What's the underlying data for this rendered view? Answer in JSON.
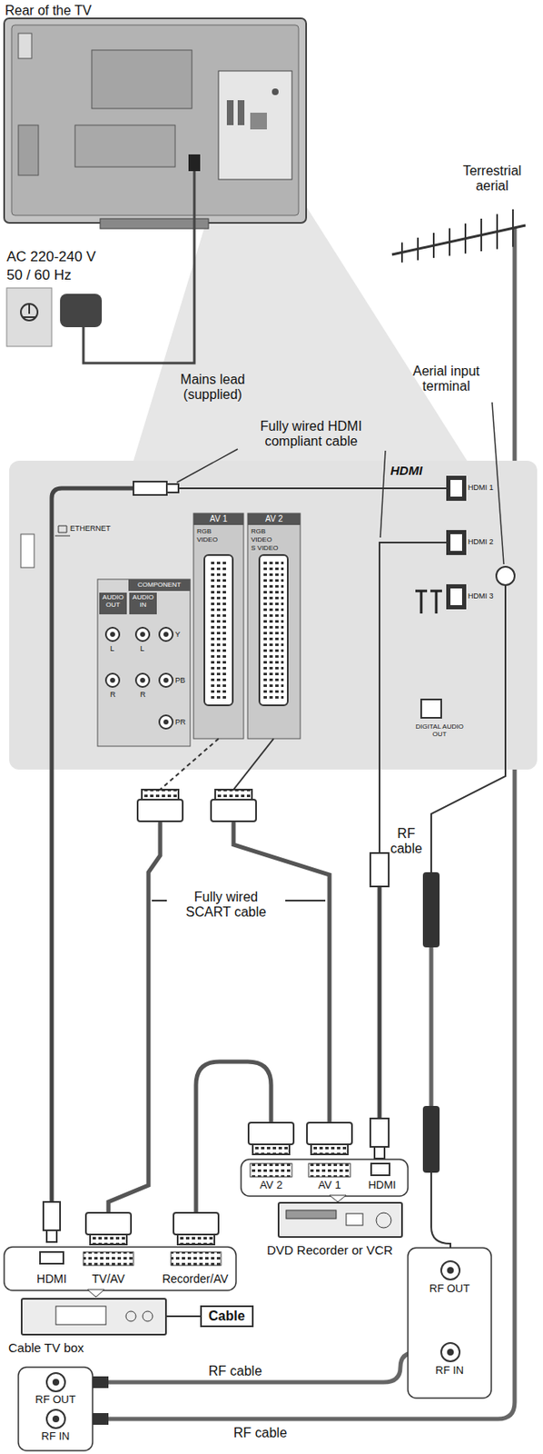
{
  "diagram": {
    "nodes": [
      {
        "text": [
          "Cable TV box"
        ]
      },
      {
        "text": [
          "Cable"
        ]
      },
      {
        "text": [
          "DVD Recorder or VCR"
        ]
      }
    ],
    "edges": [
      {
        "from": 0,
        "to": 1,
        "arrow": "none"
      }
    ],
    "labels": [
      "Rear of the TV",
      "AC 220-240 V",
      "50 / 60 Hz",
      "Mains lead (supplied)",
      "Terrestrial aerial",
      "Aerial input terminal",
      "Fully wired HDMI compliant cable",
      "HDMI",
      "HDMI 1",
      "HDMI 2",
      "HDMI 3",
      "ETHERNET",
      "AV 1",
      "RGB",
      "VIDEO",
      "AV 2",
      "RGB",
      "VIDEO",
      "S VIDEO",
      "COMPONENT",
      "AUDIO OUT",
      "AUDIO IN",
      "L",
      "R",
      "L",
      "R",
      "Y",
      "PB",
      "PR",
      "DIGITAL AUDIO OUT",
      "Fully wired SCART cable",
      "RF cable",
      "AV 2",
      "AV 1",
      "HDMI",
      "HDMI",
      "TV/AV",
      "Recorder/AV",
      "RF OUT",
      "RF IN",
      "RF cable",
      "RF OUT",
      "RF IN",
      "RF cable"
    ]
  }
}
